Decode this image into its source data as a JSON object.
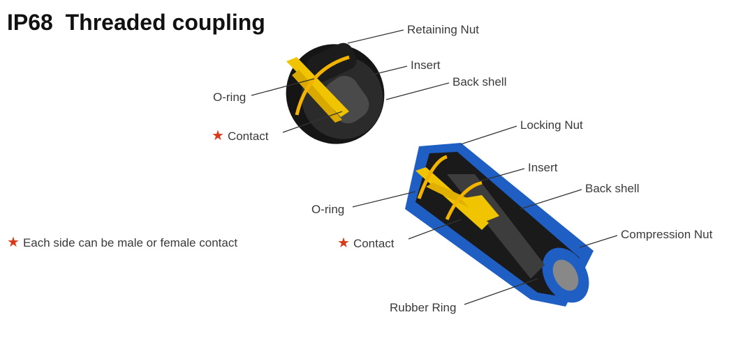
{
  "title": "IP68  Threaded coupling",
  "note": "Each side can be male or female contact",
  "star_icon": "★",
  "colors": {
    "star": "#d9391b",
    "gold": "#f2c200",
    "blue": "#1f5fc4",
    "black": "#1a1a1a"
  },
  "top_connector": {
    "labels": {
      "retaining_nut": "Retaining Nut",
      "insert": "Insert",
      "back_shell": "Back shell",
      "o_ring": "O-ring",
      "contact": "Contact"
    }
  },
  "bottom_connector": {
    "labels": {
      "locking_nut": "Locking Nut",
      "insert": "Insert",
      "back_shell": "Back shell",
      "o_ring": "O-ring",
      "contact": "Contact",
      "compression_nut": "Compression Nut",
      "rubber_ring": "Rubber Ring"
    }
  }
}
